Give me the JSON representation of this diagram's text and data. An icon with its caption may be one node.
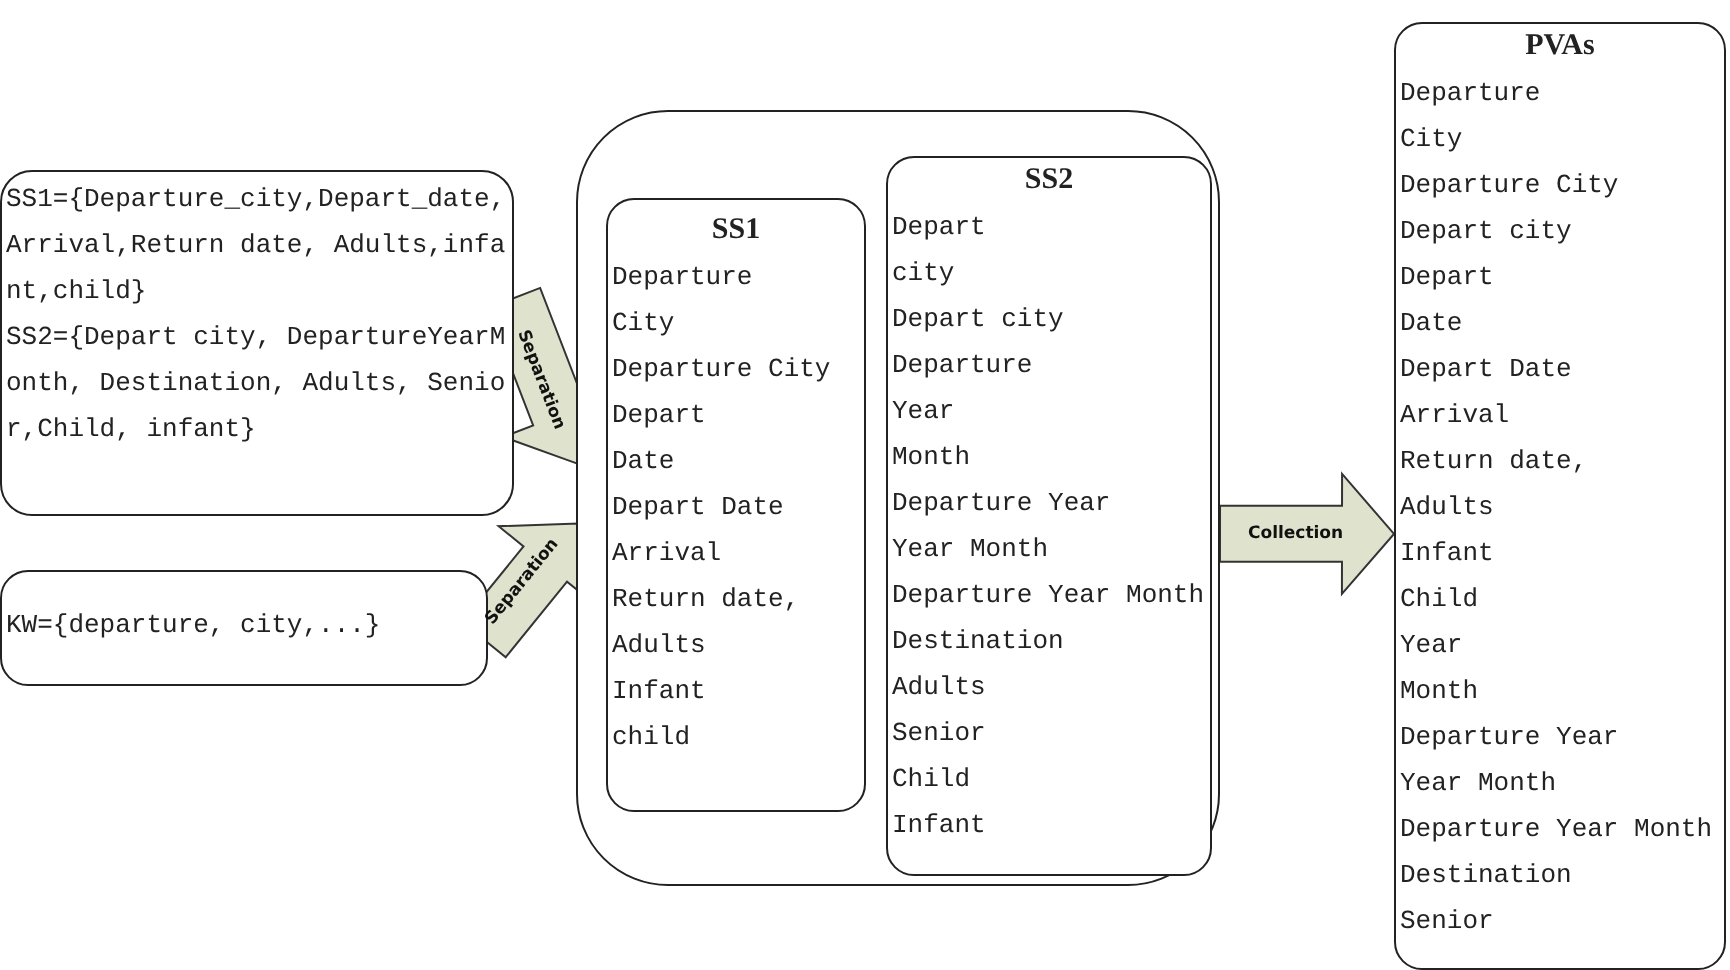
{
  "diagram": {
    "nodes": [
      {
        "text": [
          "SS1={Departure_city,Depart_date,Arrival,Return date, Adults,infant,child}",
          "SS2={Depart city, DepartureYearMonth, Destination, Adults, Senior,Child, infant}"
        ]
      },
      {
        "text": [
          "KW={departure, city,...}"
        ]
      },
      {
        "text": [],
        "shape": "box"
      },
      {
        "text": [
          "SS1",
          "Departure",
          "City",
          "Departure City",
          "Depart",
          "Date",
          "Depart Date",
          "Arrival",
          "Return date,",
          "Adults",
          "Infant",
          "child"
        ],
        "in": 2
      },
      {
        "text": [
          "SS2",
          "Depart",
          "city",
          "Depart city",
          "Departure",
          "Year",
          "Month",
          "Departure Year",
          "Year Month",
          "Departure Year Month",
          "Destination",
          "Adults",
          "Senior",
          "Child",
          "Infant"
        ],
        "in": 2
      },
      {
        "text": [
          "PVAs",
          "Departure",
          "City",
          "Departure City",
          "Depart city",
          "Depart",
          "Date",
          "Depart Date",
          "Arrival",
          "Return date,",
          "Adults",
          "Infant",
          "Child",
          "Year",
          "Month",
          "Departure Year",
          "Year Month",
          "Departure Year Month",
          "Destination",
          "Senior"
        ]
      }
    ],
    "edges": [
      {
        "from": 0,
        "to": 2,
        "arrow": "to",
        "label": "Separation"
      },
      {
        "from": 1,
        "to": 2,
        "arrow": "to",
        "label": "Separation"
      },
      {
        "from": 2,
        "to": 5,
        "arrow": "to",
        "label": "Collection"
      }
    ]
  }
}
